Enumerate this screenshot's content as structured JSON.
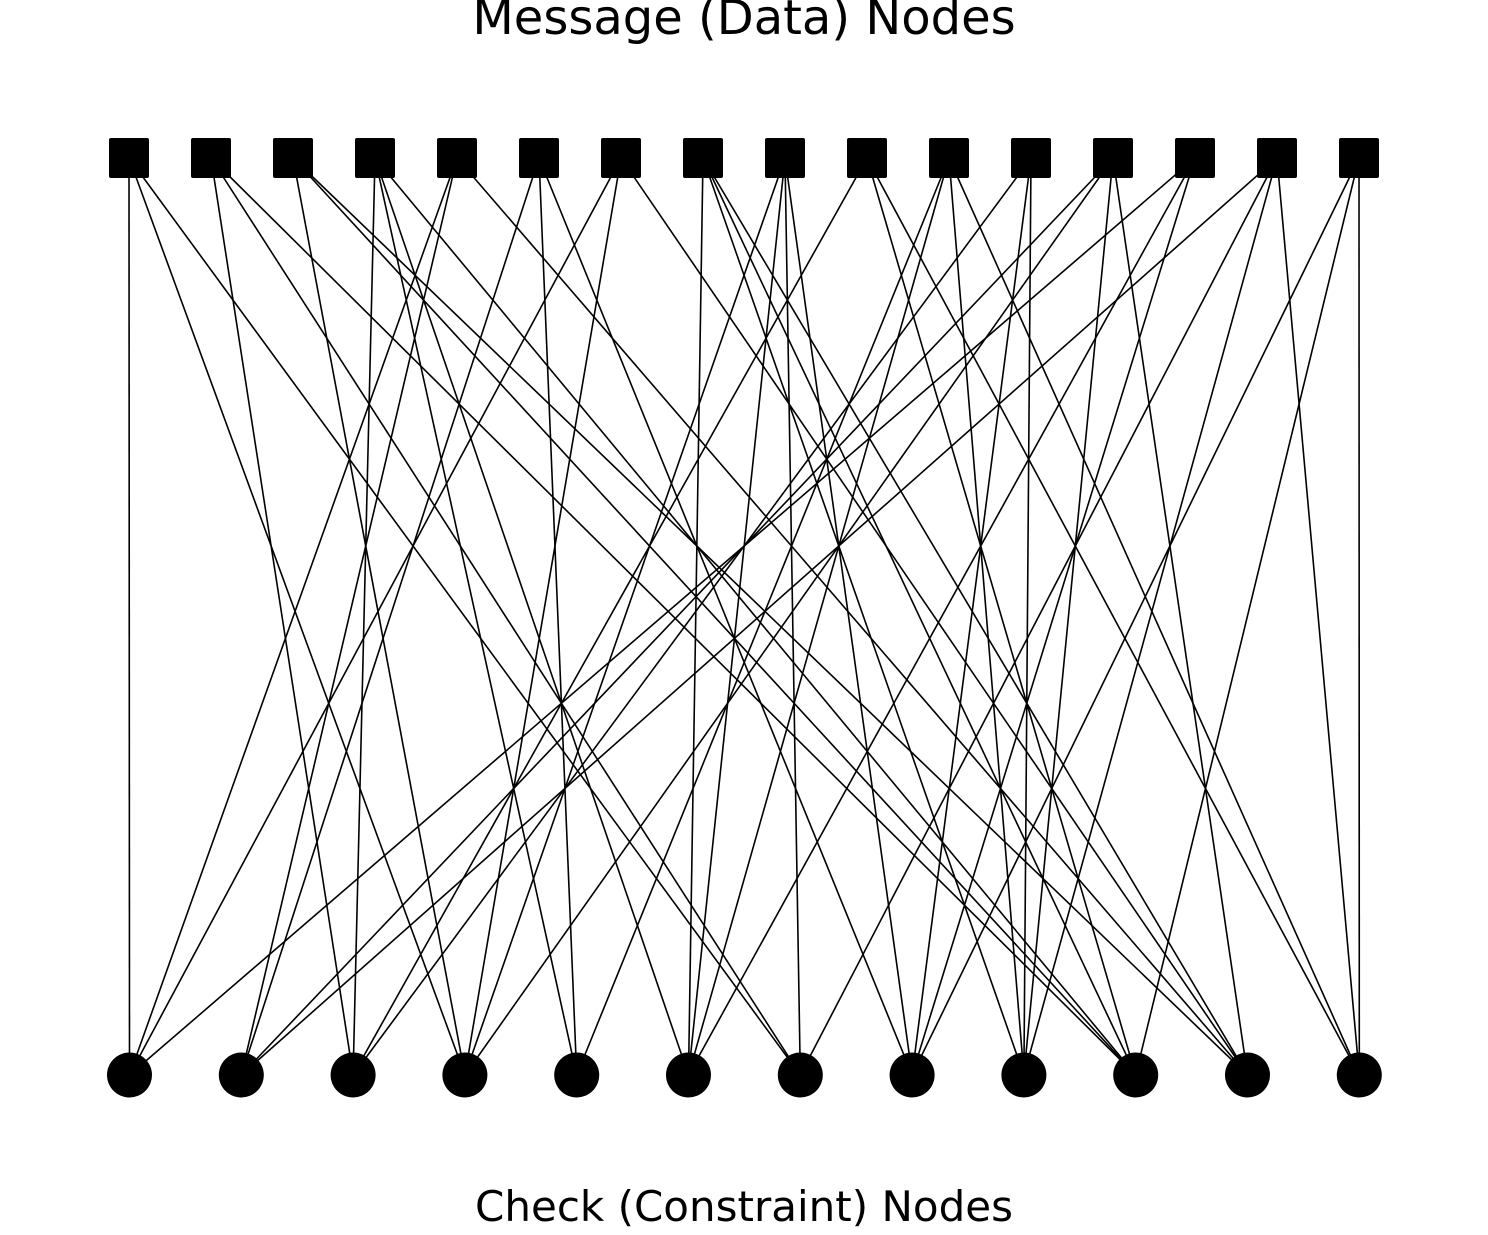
{
  "diagram": {
    "top_label": "Message (Data) Nodes",
    "bottom_label": "Check (Constraint) Nodes",
    "node_color": "#000000",
    "edge_color": "#000000",
    "message_node_count": 16,
    "check_node_count": 12,
    "edges": [
      [
        0,
        0
      ],
      [
        0,
        3
      ],
      [
        0,
        6
      ],
      [
        1,
        2
      ],
      [
        1,
        6
      ],
      [
        1,
        9
      ],
      [
        2,
        3
      ],
      [
        2,
        9
      ],
      [
        2,
        10
      ],
      [
        3,
        2
      ],
      [
        3,
        4
      ],
      [
        3,
        5
      ],
      [
        3,
        9
      ],
      [
        4,
        0
      ],
      [
        4,
        1
      ],
      [
        4,
        10
      ],
      [
        5,
        1
      ],
      [
        5,
        4
      ],
      [
        5,
        7
      ],
      [
        6,
        0
      ],
      [
        6,
        3
      ],
      [
        6,
        10
      ],
      [
        7,
        5
      ],
      [
        7,
        8
      ],
      [
        7,
        9
      ],
      [
        7,
        10
      ],
      [
        8,
        3
      ],
      [
        8,
        5
      ],
      [
        8,
        6
      ],
      [
        8,
        7
      ],
      [
        9,
        2
      ],
      [
        9,
        9
      ],
      [
        9,
        11
      ],
      [
        10,
        4
      ],
      [
        10,
        5
      ],
      [
        10,
        8
      ],
      [
        10,
        11
      ],
      [
        11,
        2
      ],
      [
        11,
        7
      ],
      [
        11,
        8
      ],
      [
        12,
        1
      ],
      [
        12,
        3
      ],
      [
        12,
        8
      ],
      [
        12,
        10
      ],
      [
        13,
        0
      ],
      [
        13,
        5
      ],
      [
        13,
        7
      ],
      [
        14,
        1
      ],
      [
        14,
        6
      ],
      [
        14,
        8
      ],
      [
        14,
        11
      ],
      [
        15,
        7
      ],
      [
        15,
        9
      ],
      [
        15,
        11
      ]
    ]
  }
}
